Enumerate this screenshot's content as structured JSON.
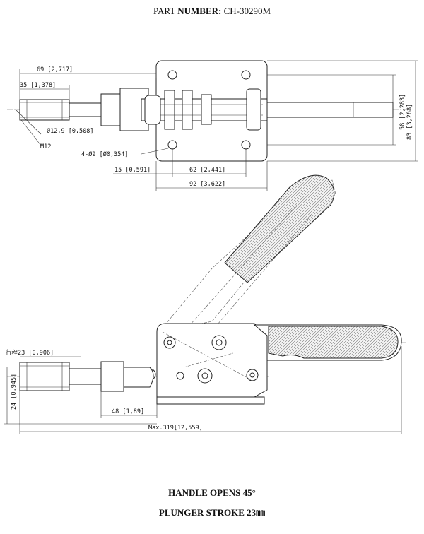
{
  "header": {
    "part_label": "PART",
    "number_label": "NUMBER:",
    "part_number": "CH-30290M"
  },
  "dims": {
    "d69": "69 [2,717]",
    "d35": "35 [1,378]",
    "d12": "Ø12,9 [0,508]",
    "m12": "M12",
    "d4x9": "4-Ø9 [Ø0,354]",
    "d15": "15 [0,591]",
    "d62": "62 [2,441]",
    "d92": "92 [3,622]",
    "d58": "58 [2,283]",
    "d83": "83 [3,268]",
    "stroke": "行程23 [0,906]",
    "d24": "24 [0,945]",
    "d48": "48 [1,89]",
    "max": "Max.319[12,559]"
  },
  "notes": {
    "handle": "HANDLE OPENS 45°",
    "plunger": "PLUNGER STROKE  23㎜"
  }
}
